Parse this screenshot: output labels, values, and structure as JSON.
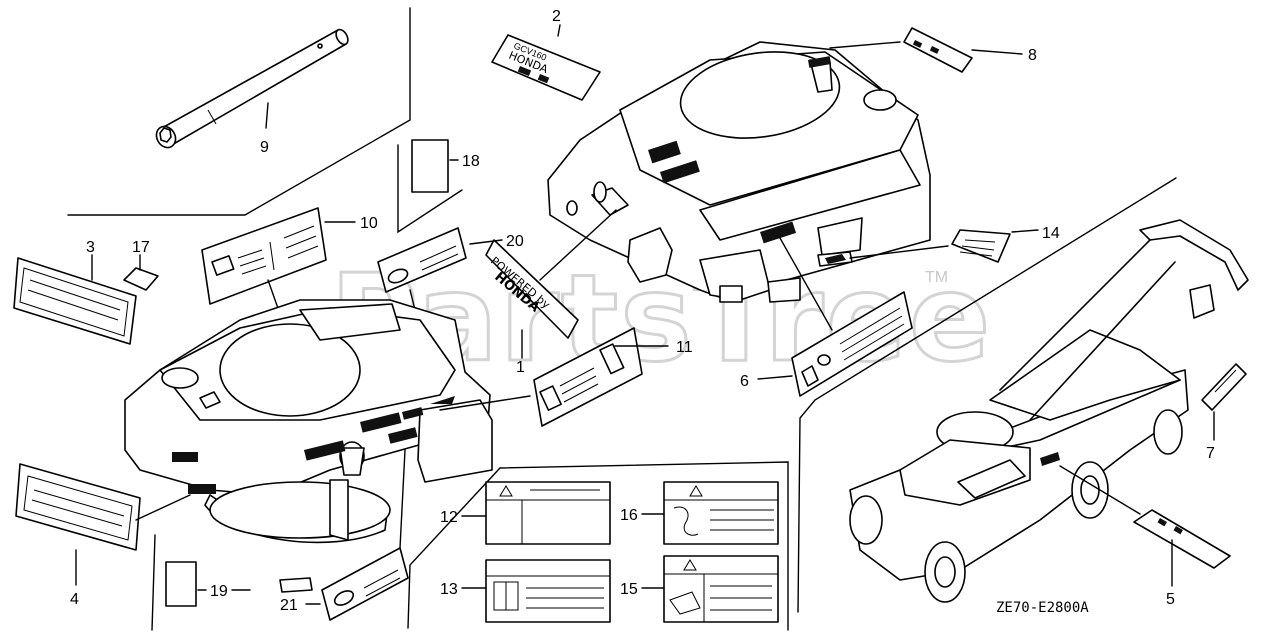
{
  "diagram": {
    "watermark": {
      "text": "PartsTree",
      "trademark": "TM"
    },
    "drawing_code": "ZE70-E2800A",
    "callouts": [
      {
        "id": "c1",
        "label": "1"
      },
      {
        "id": "c2",
        "label": "2"
      },
      {
        "id": "c3",
        "label": "3"
      },
      {
        "id": "c4",
        "label": "4"
      },
      {
        "id": "c5",
        "label": "5"
      },
      {
        "id": "c6",
        "label": "6"
      },
      {
        "id": "c7",
        "label": "7"
      },
      {
        "id": "c8",
        "label": "8"
      },
      {
        "id": "c9",
        "label": "9"
      },
      {
        "id": "c10",
        "label": "10"
      },
      {
        "id": "c11",
        "label": "11"
      },
      {
        "id": "c12",
        "label": "12"
      },
      {
        "id": "c13",
        "label": "13"
      },
      {
        "id": "c14",
        "label": "14"
      },
      {
        "id": "c15",
        "label": "15"
      },
      {
        "id": "c16",
        "label": "16"
      },
      {
        "id": "c17",
        "label": "17"
      },
      {
        "id": "c18",
        "label": "18"
      },
      {
        "id": "c19",
        "label": "19"
      },
      {
        "id": "c20",
        "label": "20"
      },
      {
        "id": "c21",
        "label": "21"
      }
    ],
    "label_texts": {
      "powered_by": "POWERED by",
      "honda": "HONDA",
      "model_label": "GCV160",
      "honda_short": "HONDA"
    }
  }
}
